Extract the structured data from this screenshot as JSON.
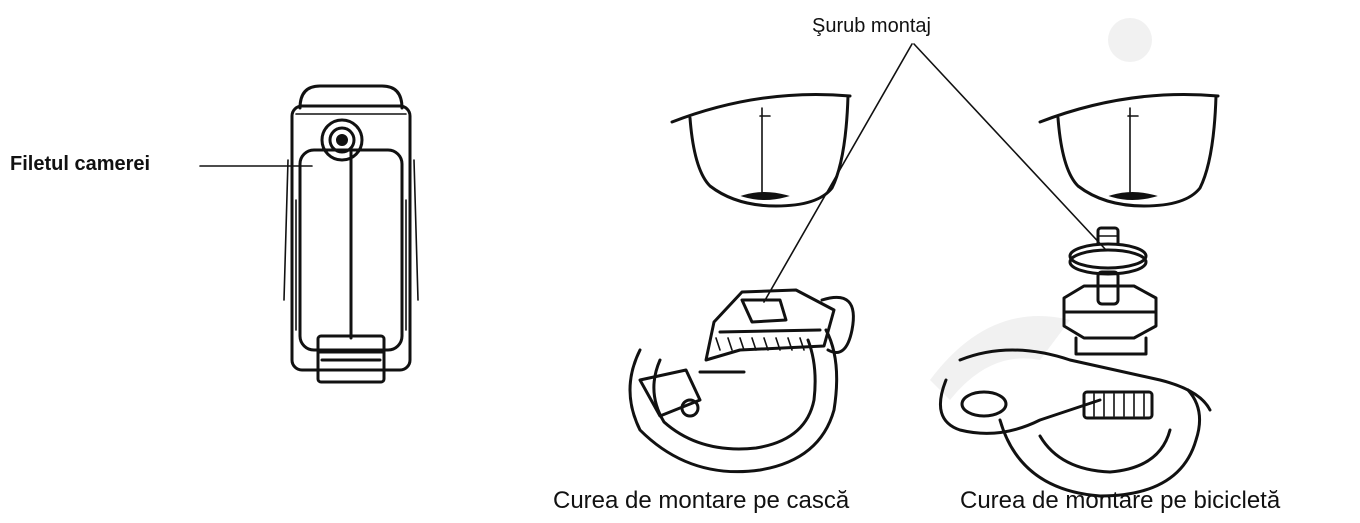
{
  "labels": {
    "camera_thread": "Filetul camerei",
    "mount_screw": "Şurub montaj",
    "helmet_strap": "Curea de montare pe cască",
    "bike_strap": "Curea de montare pe bicicletă"
  }
}
